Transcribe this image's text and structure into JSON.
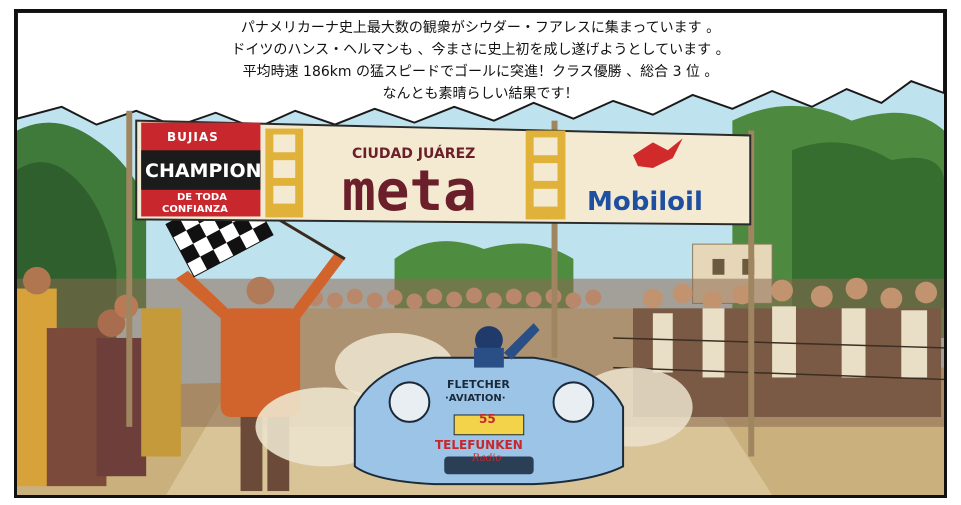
{
  "caption": {
    "lines": [
      "パナメリカーナ史上最大数の観衆がシウダー・フアレスに集まっています 。",
      "ドイツのハンス・ヘルマンも 、今まさに史上初を成し遂げようとしています 。",
      "平均時速 186km の猛スピードでゴールに突進！クラス優勝 、総合 3 位 。",
      "なんとも素晴らしい結果です！"
    ]
  },
  "banner": {
    "champion_top": "BUJIAS",
    "champion_main": "CHAMPION",
    "champion_bottom_1": "DE TODA",
    "champion_bottom_2": "CONFIANZA",
    "city": "CIUDAD JUÁREZ",
    "meta": "meta",
    "mobiloil": "Mobiloil"
  },
  "car": {
    "line1": "FLETCHER",
    "line2": "·AVIATION·",
    "number": "55",
    "sponsor": "TELEFUNKEN",
    "sponsor_sub": "Radio"
  },
  "colors": {
    "sky": "#bfe3ee",
    "champion_red": "#c8272d",
    "banner_cream": "#f4ead2",
    "meta_maroon": "#6b1f2a",
    "mobil_blue": "#1f4fa0",
    "car_blue": "#9cc4e6"
  }
}
